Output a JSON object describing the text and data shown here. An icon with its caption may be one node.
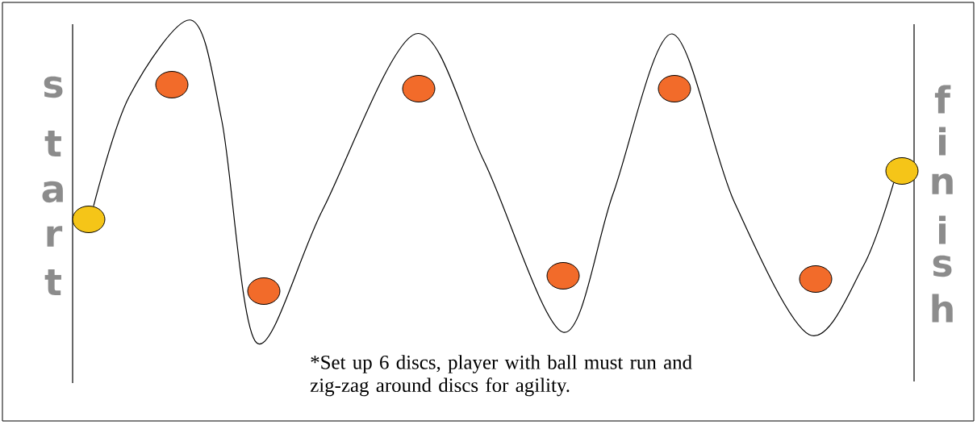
{
  "diagram": {
    "nodes": [
      {
        "text": [],
        "shape": "circle"
      },
      {
        "text": [],
        "shape": "circle"
      },
      {
        "text": [],
        "shape": "circle"
      },
      {
        "text": [],
        "shape": "circle"
      },
      {
        "text": [],
        "shape": "circle"
      },
      {
        "text": [],
        "shape": "circle"
      },
      {
        "text": [],
        "shape": "circle"
      },
      {
        "text": [],
        "shape": "circle"
      }
    ],
    "edges": [
      {
        "from": 0,
        "to": 7,
        "arrow": "none"
      }
    ],
    "labels": [
      "s",
      "t",
      "a",
      "r",
      "t",
      "f",
      "i",
      "n",
      "i",
      "s",
      "h",
      "*Set up 6 discs, player with ball must run and zig-zag around discs for agility."
    ]
  }
}
